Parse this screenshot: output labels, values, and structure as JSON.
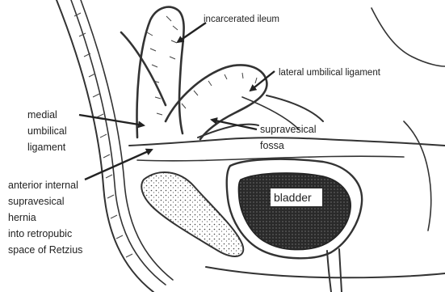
{
  "labels": {
    "incarcerated_ileum": "incarcerated ileum",
    "lateral_umbilical_ligament": "lateral umbilical ligament",
    "medial_umbilical_ligament": [
      "medial",
      "umbilical",
      "ligament"
    ],
    "supravesical_fossa": [
      "supravesical",
      "fossa"
    ],
    "bladder": "bladder",
    "hernia_description": [
      "anterior internal",
      "supravesical",
      "hernia",
      "into retropubic",
      "space of Retzius"
    ]
  }
}
